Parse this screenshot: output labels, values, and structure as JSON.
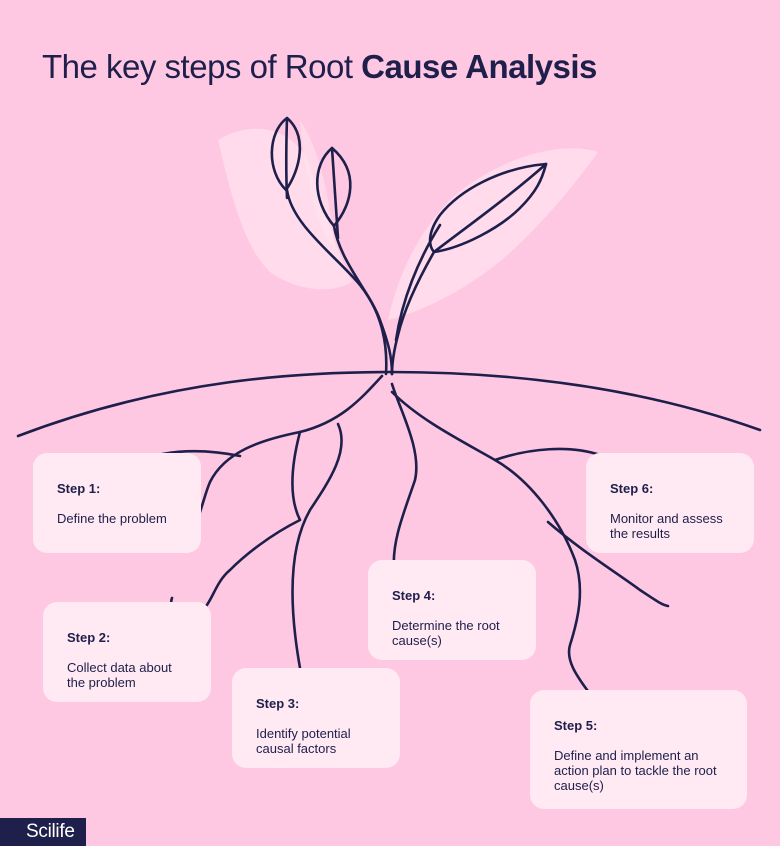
{
  "title": {
    "regular": "The key steps of Root ",
    "bold": "Cause Analysis"
  },
  "steps": [
    {
      "label": "Step 1:",
      "text": "Define the problem"
    },
    {
      "label": "Step 2:",
      "text": "Collect data about the problem"
    },
    {
      "label": "Step 3:",
      "text": "Identify potential causal factors"
    },
    {
      "label": "Step 4:",
      "text": "Determine the root cause(s)"
    },
    {
      "label": "Step 5:",
      "text": "Define and implement an action plan to tackle the root cause(s)"
    },
    {
      "label": "Step 6:",
      "text": "Monitor and assess the results"
    }
  ],
  "brand": "Scilife",
  "colors": {
    "background": "#ffc8e2",
    "card": "#ffe9f2",
    "ink": "#1e1f4b",
    "leaf_glow": "#ffe2ef"
  }
}
